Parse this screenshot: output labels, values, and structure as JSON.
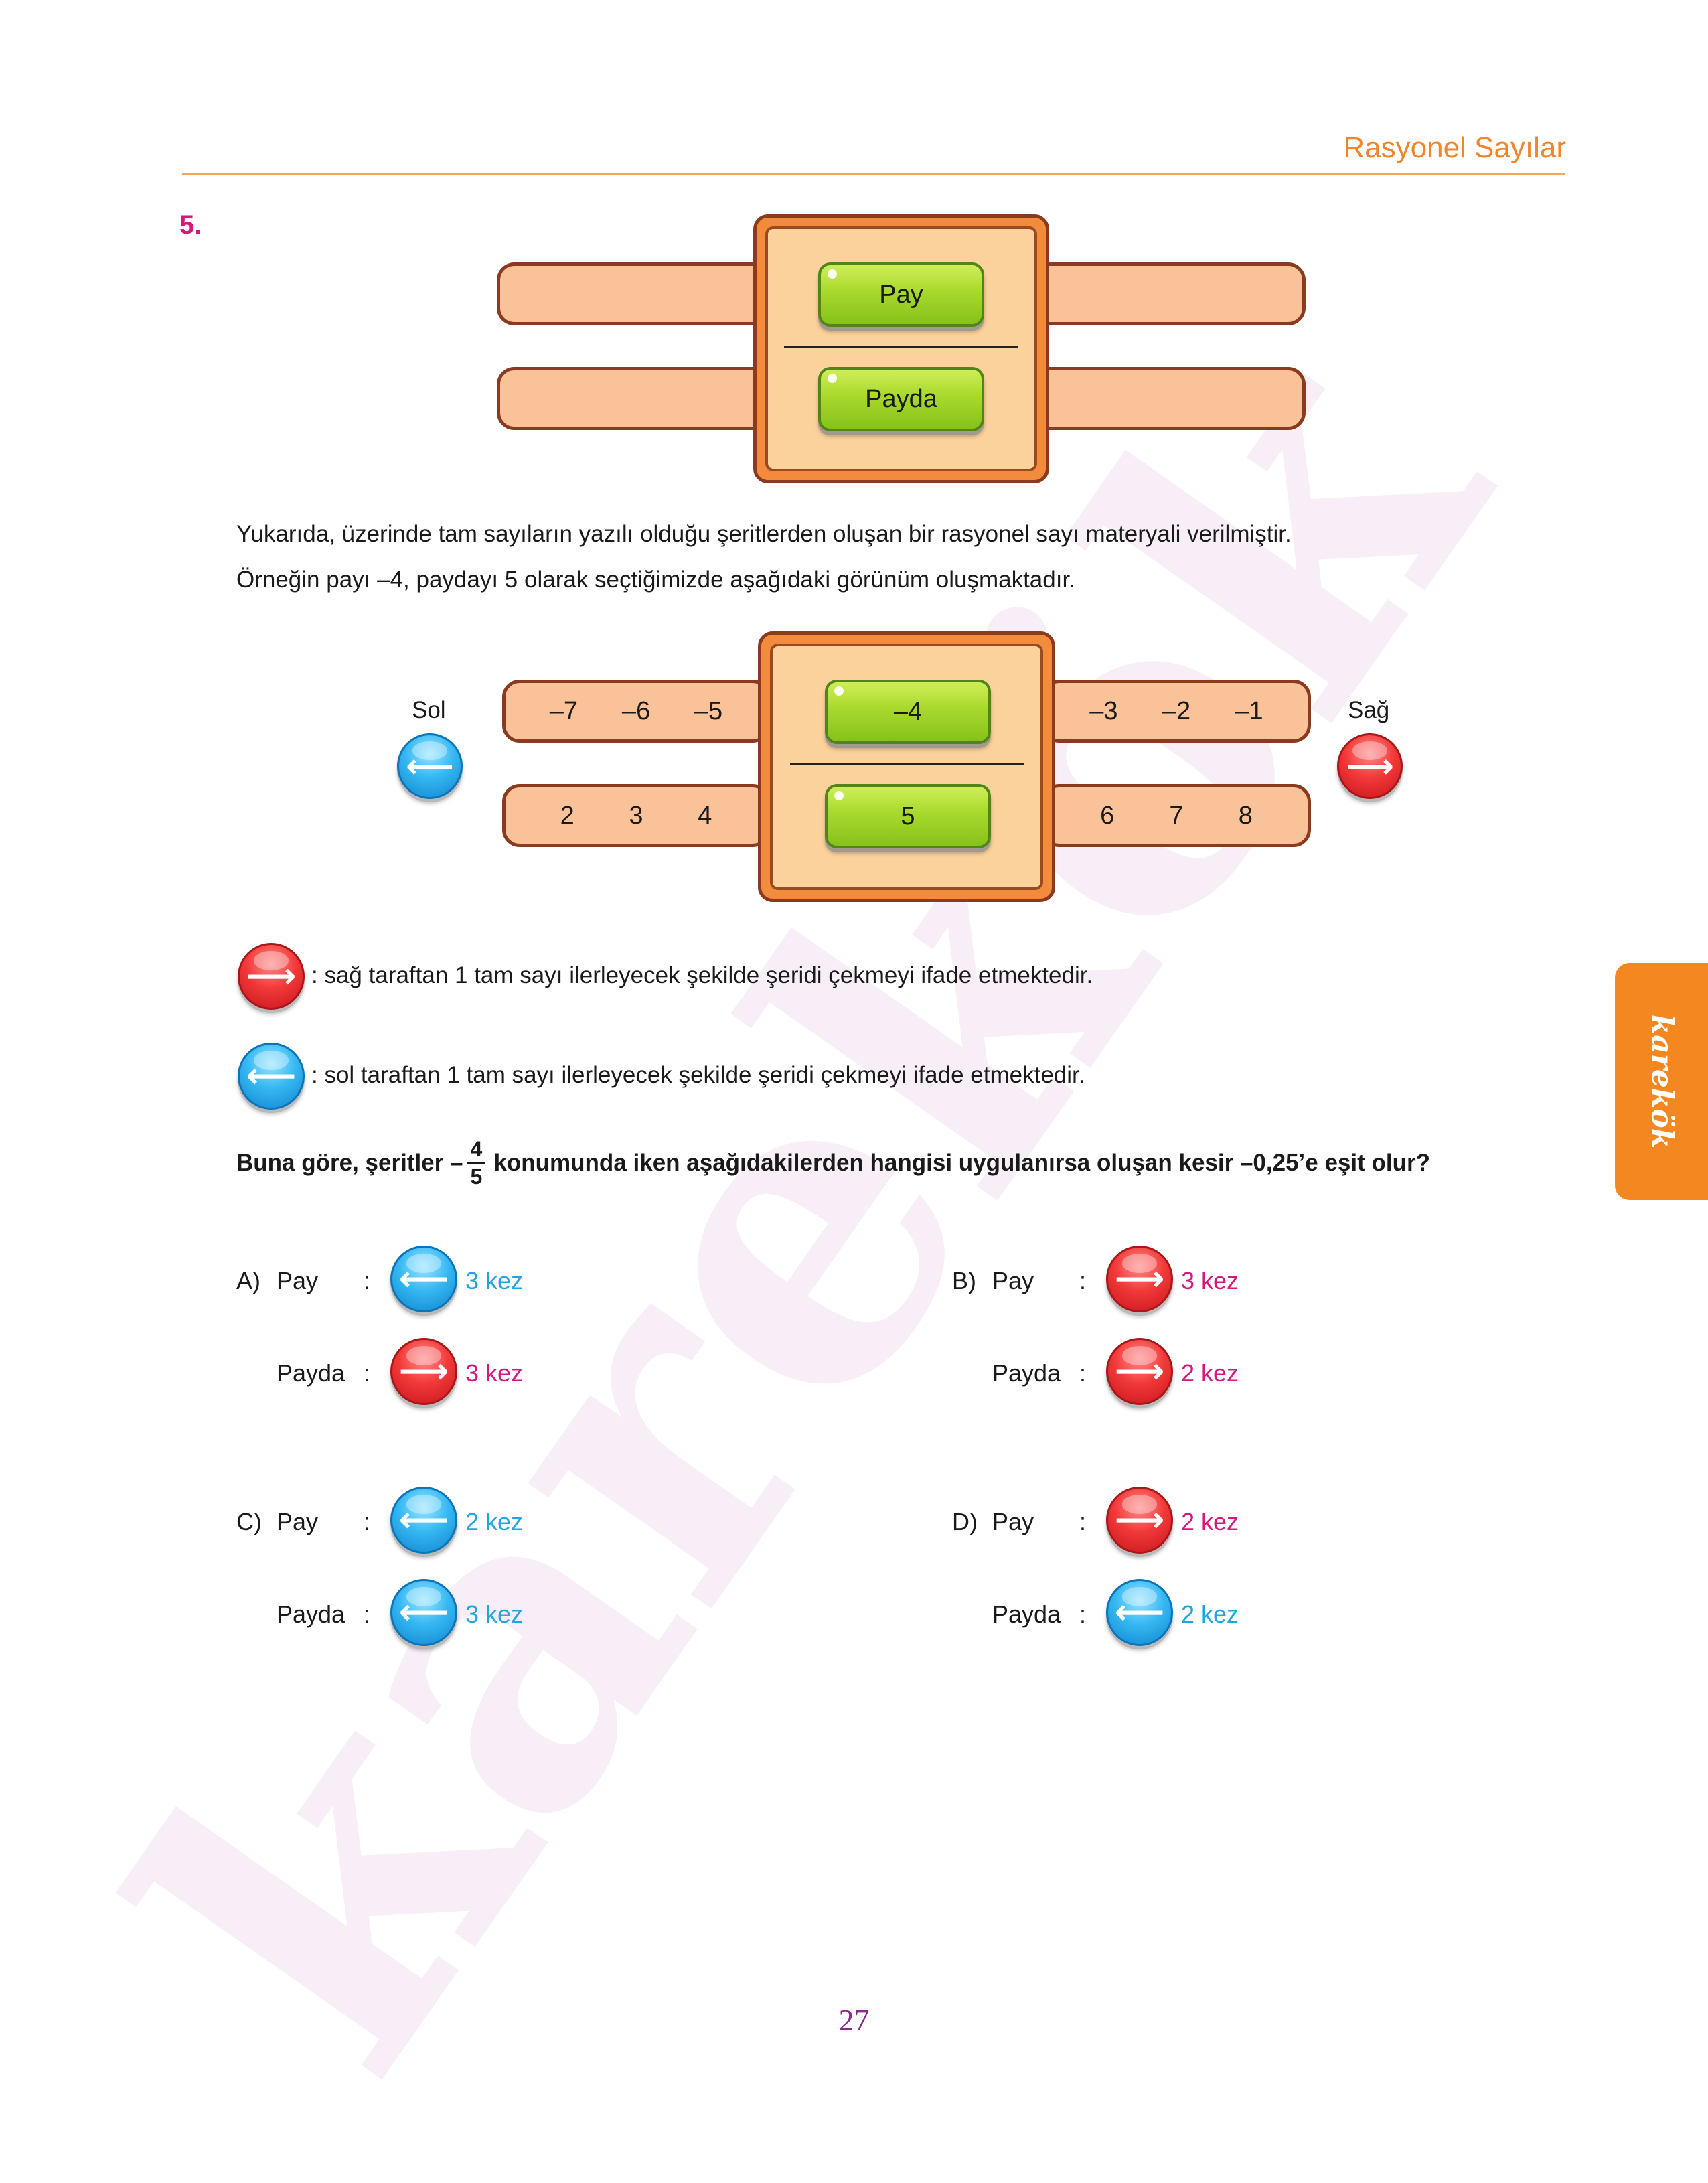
{
  "header": {
    "title": "Rasyonel Sayılar"
  },
  "question": {
    "number": "5.",
    "top_strip": {
      "numerator_label": "Pay",
      "denominator_label": "Payda"
    },
    "intro_line1": "Yukarıda, üzerinde tam sayıların yazılı olduğu şeritlerden oluşan bir rasyonel sayı materyali verilmiştir.",
    "intro_line2": "Örneğin payı –4, paydayı 5 olarak seçtiğimizde aşağıdaki görünüm oluşmaktadır.",
    "example": {
      "left_label": "Sol",
      "right_label": "Sağ",
      "numerator_left": [
        "–7",
        "–6",
        "–5"
      ],
      "numerator_selected": "–4",
      "numerator_right": [
        "–3",
        "–2",
        "–1"
      ],
      "denominator_left": [
        "2",
        "3",
        "4"
      ],
      "denominator_selected": "5",
      "denominator_right": [
        "6",
        "7",
        "8"
      ]
    },
    "legend": {
      "right_text": ": sağ taraftan 1 tam sayı ilerleyecek şekilde şeridi çekmeyi ifade etmektedir.",
      "left_text": ": sol taraftan 1 tam sayı ilerleyecek şekilde şeridi çekmeyi ifade etmektedir."
    },
    "prompt": {
      "part1": "Buna göre, şeritler –",
      "frac_num": "4",
      "frac_den": "5",
      "part2": "konumunda iken aşağıdakilerden hangisi uygulanırsa oluşan kesir –0,25’e eşit olur?"
    },
    "options": {
      "A": {
        "letter": "A)",
        "pay_label": "Pay",
        "payda_label": "Payda",
        "colon": ":",
        "pay_dir": "left",
        "pay_count": "3 kez",
        "payda_dir": "right",
        "payda_count": "3 kez"
      },
      "B": {
        "letter": "B)",
        "pay_label": "Pay",
        "payda_label": "Payda",
        "colon": ":",
        "pay_dir": "right",
        "pay_count": "3 kez",
        "payda_dir": "right",
        "payda_count": "2 kez"
      },
      "C": {
        "letter": "C)",
        "pay_label": "Pay",
        "payda_label": "Payda",
        "colon": ":",
        "pay_dir": "left",
        "pay_count": "2 kez",
        "payda_dir": "left",
        "payda_count": "3 kez"
      },
      "D": {
        "letter": "D)",
        "pay_label": "Pay",
        "payda_label": "Payda",
        "colon": ":",
        "pay_dir": "right",
        "pay_count": "2 kez",
        "payda_dir": "left",
        "payda_count": "2 kez"
      }
    }
  },
  "side_tab": {
    "brand": "karekök"
  },
  "watermark": {
    "text": "karekök"
  },
  "footer": {
    "page_number": "27"
  },
  "colors": {
    "accent_orange": "#f0852a",
    "question_pink": "#d5177e",
    "strip_fill": "#f9c298",
    "frame_fill": "#f28c3c",
    "green_button": "#a8d92c",
    "red_button": "#f33a3a",
    "blue_button": "#36b8f2",
    "kez_blue": "#1fa6de",
    "kez_pink": "#d5177e"
  },
  "icons": {
    "right_arrow": "red-circle-right-arrow-icon",
    "left_arrow": "blue-circle-left-arrow-icon"
  }
}
